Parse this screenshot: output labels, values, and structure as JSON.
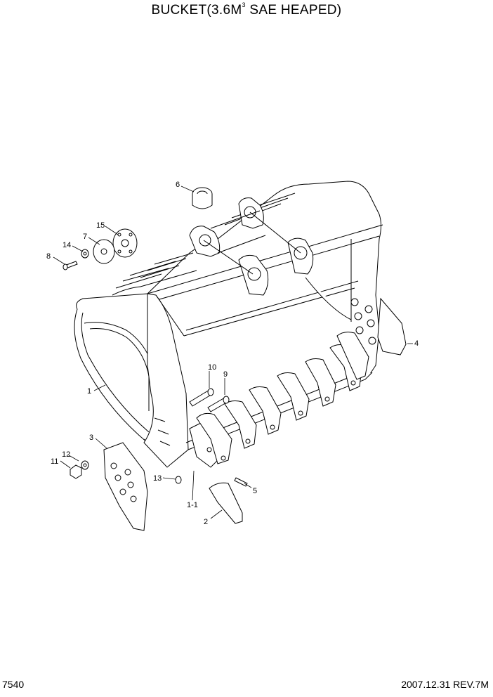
{
  "title": {
    "prefix": "BUCKET(3.6M",
    "superscript": "3",
    "suffix": " SAE HEAPED)"
  },
  "footer": {
    "page_code": "7540",
    "revision": "2007.12.31  REV.7M"
  },
  "callouts": [
    {
      "id": "1",
      "label": "1"
    },
    {
      "id": "1-1",
      "label": "1-1"
    },
    {
      "id": "2",
      "label": "2"
    },
    {
      "id": "3",
      "label": "3"
    },
    {
      "id": "4",
      "label": "4"
    },
    {
      "id": "5",
      "label": "5"
    },
    {
      "id": "6",
      "label": "6"
    },
    {
      "id": "7",
      "label": "7"
    },
    {
      "id": "8",
      "label": "8"
    },
    {
      "id": "9",
      "label": "9"
    },
    {
      "id": "10",
      "label": "10"
    },
    {
      "id": "11",
      "label": "11"
    },
    {
      "id": "12",
      "label": "12"
    },
    {
      "id": "13",
      "label": "13"
    },
    {
      "id": "14",
      "label": "14"
    },
    {
      "id": "15",
      "label": "15"
    }
  ]
}
